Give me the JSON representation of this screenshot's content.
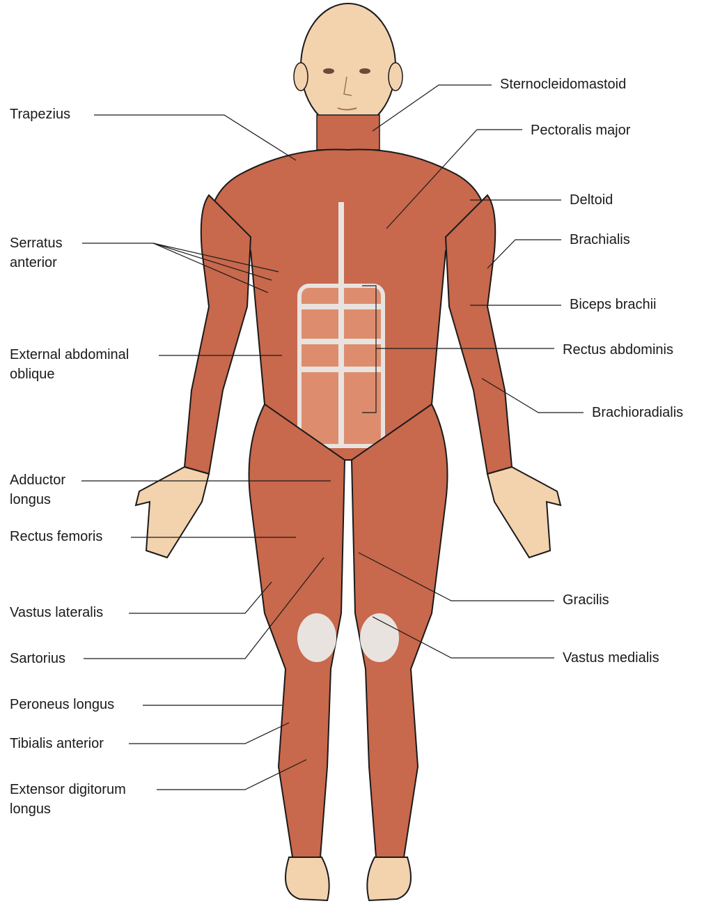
{
  "diagram": {
    "colors": {
      "skin": "#f3d2ae",
      "skin_outline": "#1a1a1a",
      "muscle": "#c8684c",
      "muscle_light": "#dd8d6e",
      "tendon": "#e9e3e0",
      "leader": "#1a1a1a"
    },
    "labels": {
      "trapezius": "Trapezius",
      "serratus_1": "Serratus",
      "serratus_2": "anterior",
      "external_oblique_1": "External abdominal",
      "external_oblique_2": "oblique",
      "adductor_1": "Adductor",
      "adductor_2": "longus",
      "rectus_femoris": "Rectus femoris",
      "vastus_lateralis": "Vastus lateralis",
      "sartorius": "Sartorius",
      "peroneus_longus": "Peroneus longus",
      "tibialis_anterior": "Tibialis anterior",
      "extensor_1": "Extensor digitorum",
      "extensor_2": "longus",
      "sternocleidomastoid": "Sternocleidomastoid",
      "pectoralis_major": "Pectoralis major",
      "deltoid": "Deltoid",
      "brachialis": "Brachialis",
      "biceps_brachii": "Biceps brachii",
      "rectus_abdominis": "Rectus abdominis",
      "brachioradialis": "Brachioradialis",
      "gracilis": "Gracilis",
      "vastus_medialis": "Vastus medialis"
    }
  }
}
